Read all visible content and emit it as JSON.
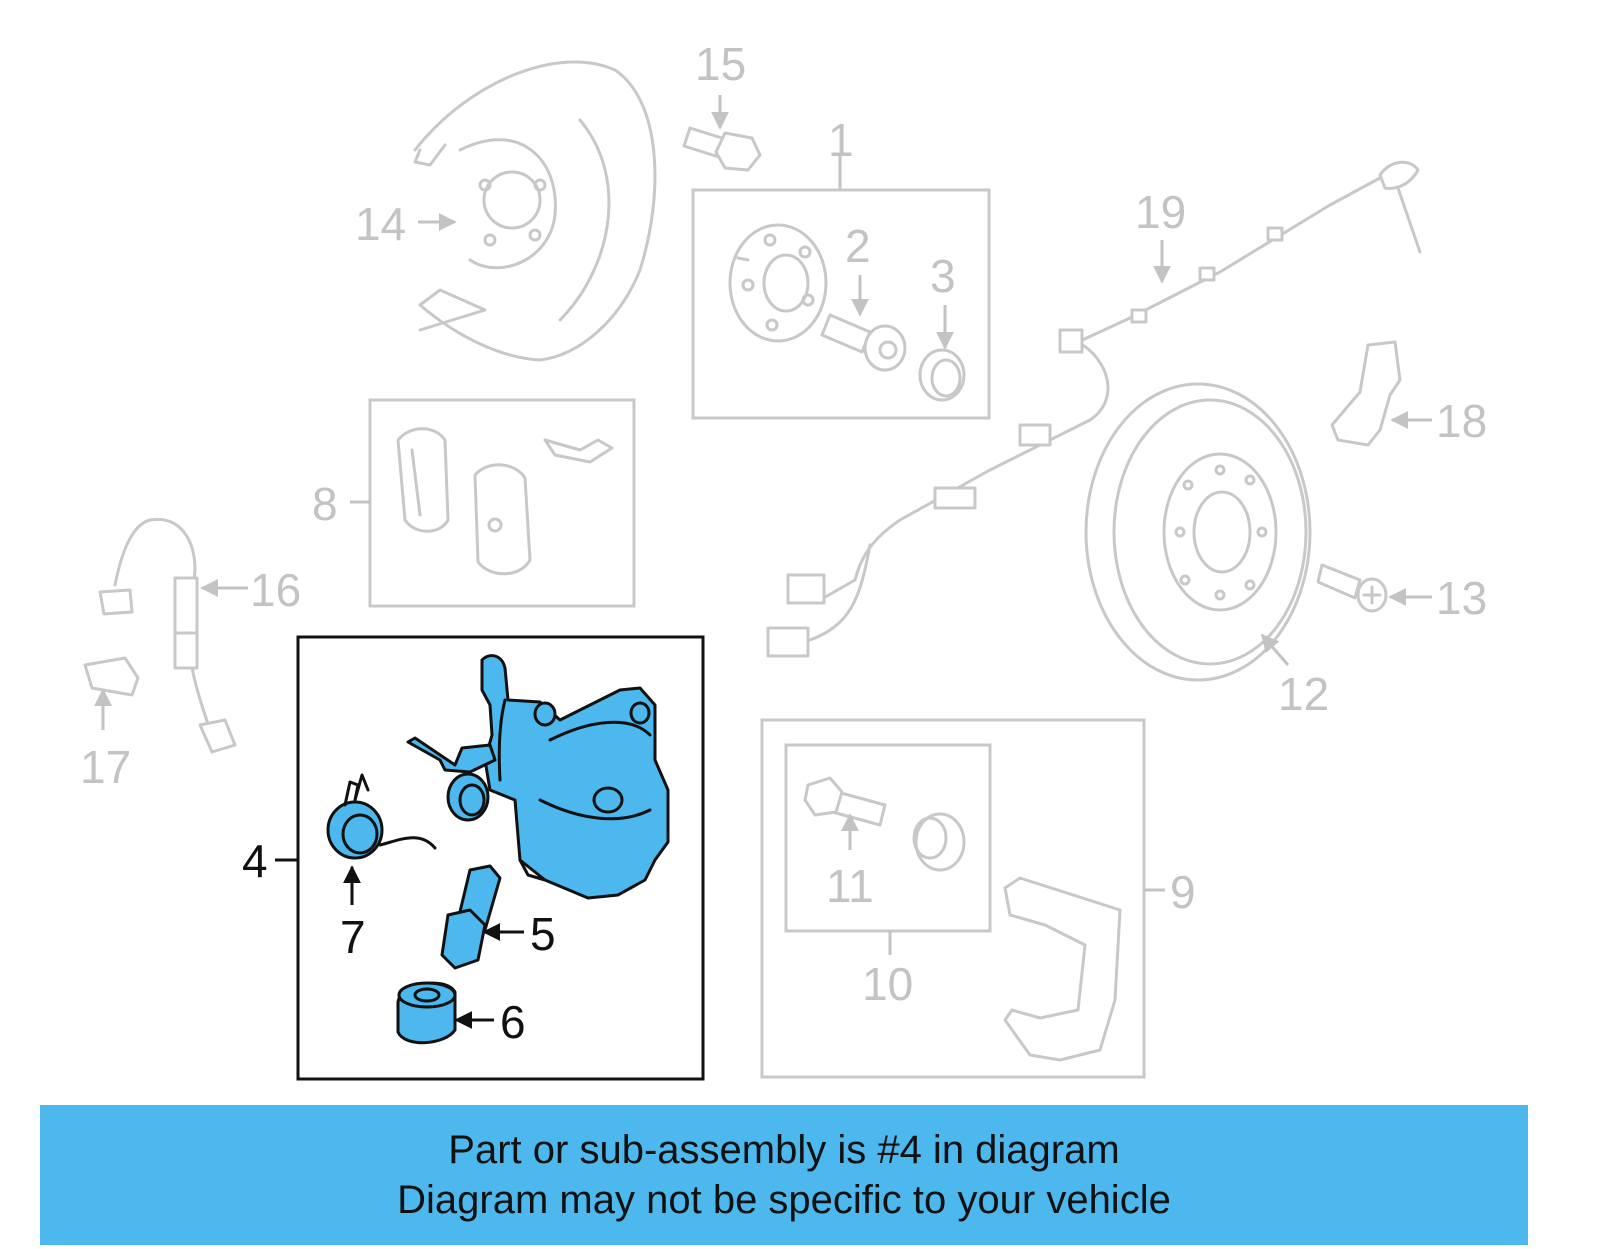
{
  "callouts": {
    "c1": "1",
    "c2": "2",
    "c3": "3",
    "c4": "4",
    "c5": "5",
    "c6": "6",
    "c7": "7",
    "c8": "8",
    "c9": "9",
    "c10": "10",
    "c11": "11",
    "c12": "12",
    "c13": "13",
    "c14": "14",
    "c15": "15",
    "c16": "16",
    "c17": "17",
    "c18": "18",
    "c19": "19"
  },
  "banner": {
    "line1": "Part or sub-assembly is #4 in diagram",
    "line2": "Diagram may not be specific to your vehicle"
  },
  "colors": {
    "highlight": "#4db8ee",
    "faded": "#c3c3c3",
    "outline": "#111111"
  }
}
